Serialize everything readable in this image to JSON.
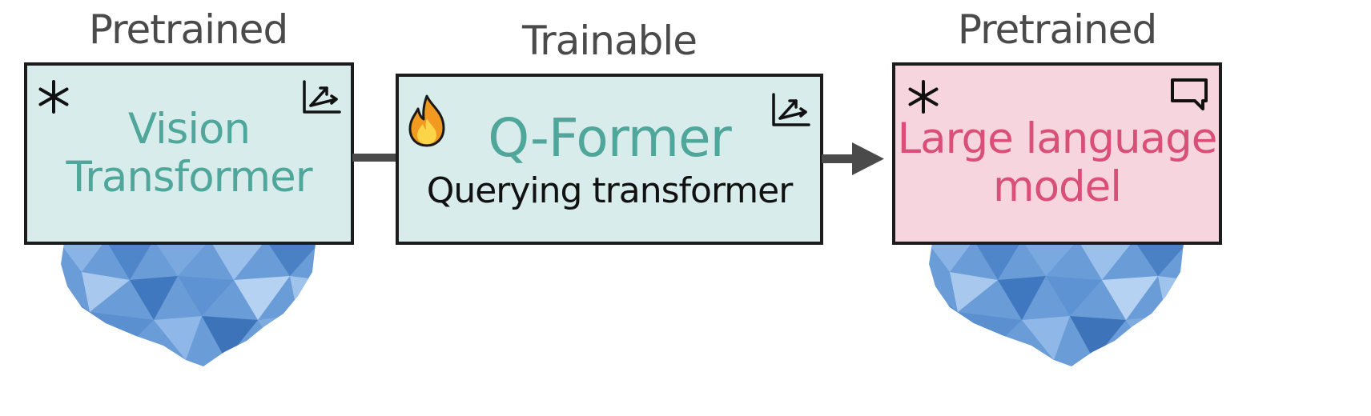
{
  "stages": [
    {
      "heading": "Pretrained",
      "title": "Vision\nTransformer",
      "subtitle": "",
      "state_icon": "snowflake-icon",
      "corner_icon": "embedding-vectors-icon"
    },
    {
      "heading": "Trainable",
      "title": "Q-Former",
      "subtitle": "Querying transformer",
      "state_icon": "flame-icon",
      "corner_icon": "embedding-vectors-icon"
    },
    {
      "heading": "Pretrained",
      "title": "Large language\nmodel",
      "subtitle": "",
      "state_icon": "snowflake-icon",
      "corner_icon": "speech-bubble-icon"
    }
  ],
  "colors": {
    "teal_box": "#d9ecec",
    "pink_box": "#f6d5df",
    "teal_text": "#4fa69a",
    "pink_text": "#d94f77",
    "iceberg_blue": "#5b8fd0"
  }
}
